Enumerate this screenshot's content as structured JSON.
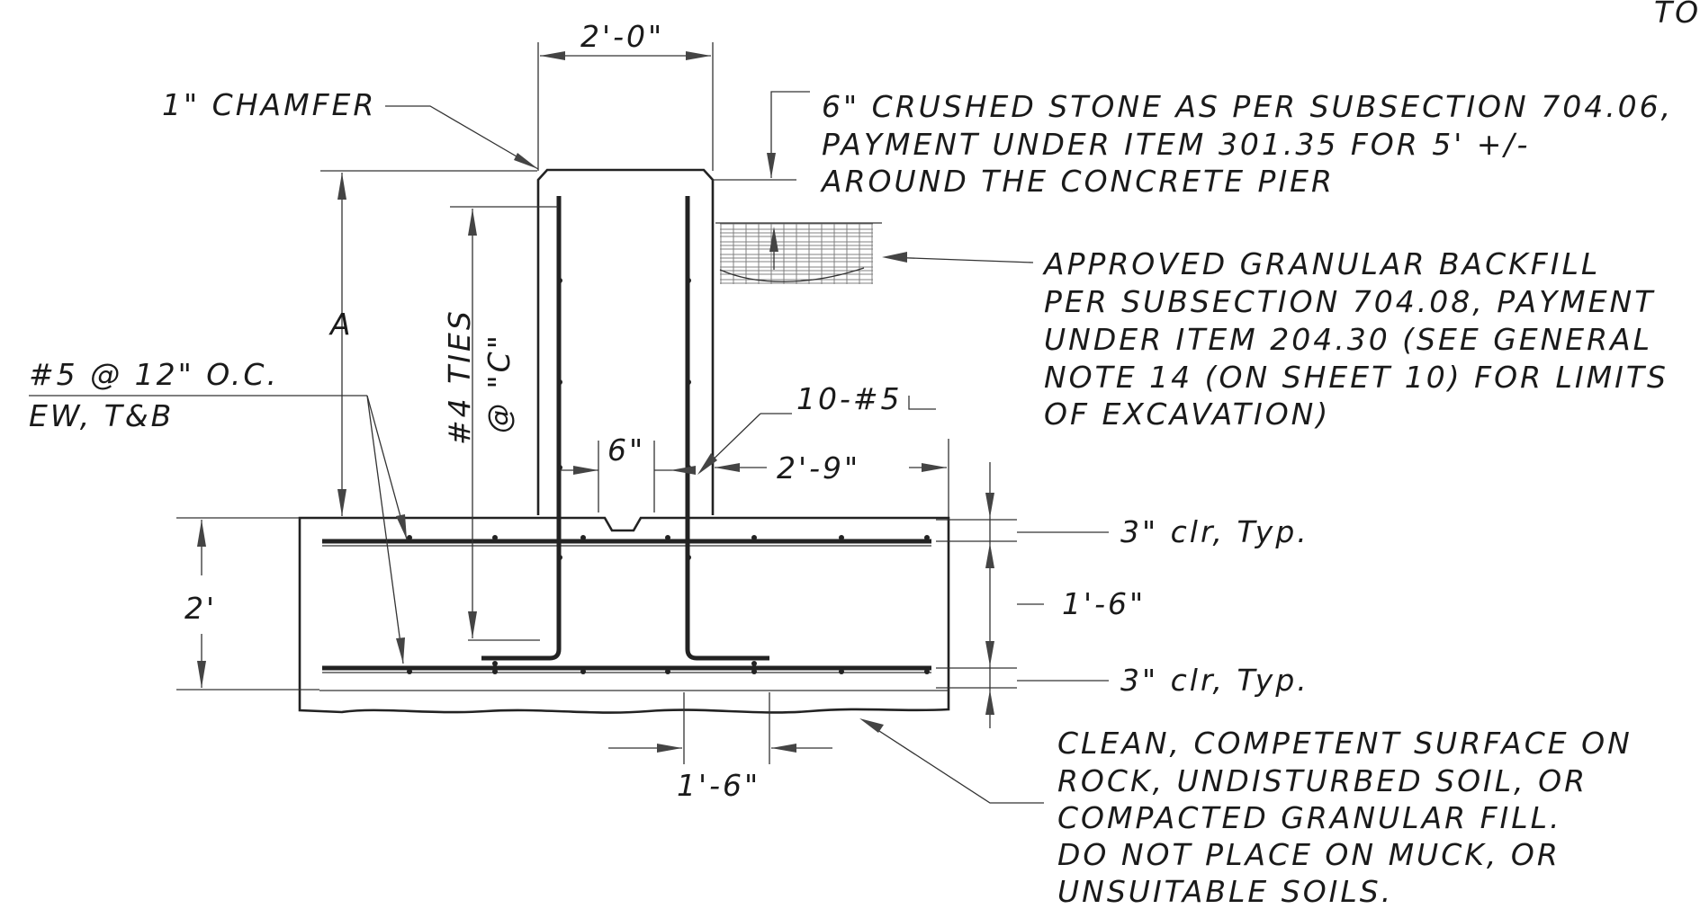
{
  "labels": {
    "top_right": "TO",
    "chamfer": "1\" CHAMFER",
    "crushed_stone": [
      "6\" CRUSHED STONE AS PER SUBSECTION 704.06,",
      "PAYMENT UNDER ITEM 301.35 FOR 5' +/-",
      "AROUND THE CONCRETE PIER"
    ],
    "backfill": [
      "APPROVED GRANULAR BACKFILL",
      "PER SUBSECTION 704.08, PAYMENT",
      "UNDER ITEM 204.30 (SEE GENERAL",
      "NOTE 14 (ON SHEET 10) FOR LIMITS",
      "OF EXCAVATION)"
    ],
    "rebar_mat_line1": "#5 @ 12\" O.C.",
    "rebar_mat_line2": "EW, T&B",
    "ties_line1": "#4 TIES",
    "ties_line2": "@ \"C\"",
    "vertical_bars": "10-#5",
    "surface": [
      "CLEAN, COMPETENT SURFACE ON",
      "ROCK, UNDISTURBED SOIL, OR",
      "COMPACTED GRANULAR FILL.",
      "DO NOT PLACE ON MUCK, OR",
      "UNSUITABLE SOILS."
    ]
  },
  "dimensions": {
    "pier_width": "2'-0\"",
    "pier_height": "A",
    "bar_spacing": "6\"",
    "footing_overhang": "2'-9\"",
    "footing_depth": "2'",
    "top_cover": "3\" clr, Typ.",
    "mat_spacing": "1'-6\"",
    "bottom_cover": "3\" clr, Typ.",
    "bottom_dim": "1'-6\""
  }
}
